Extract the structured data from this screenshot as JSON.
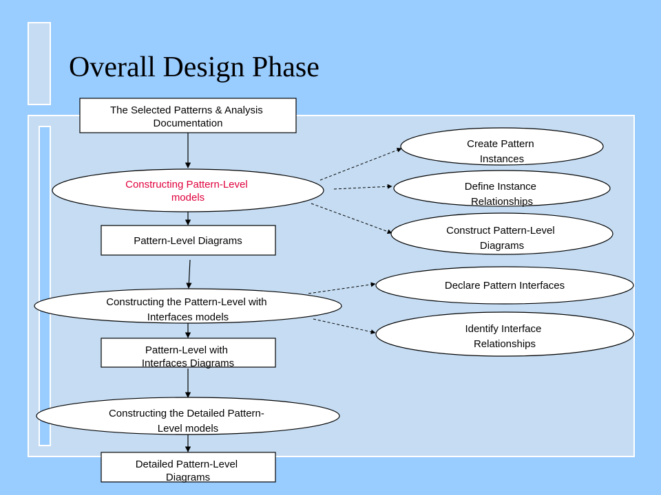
{
  "slide": {
    "title": "Overall Design Phase"
  },
  "flow": {
    "selected_patterns": {
      "lines": [
        "The Selected Patterns & Analysis",
        "Documentation"
      ]
    },
    "constructing_pattern_level_models": {
      "lines": [
        "Constructing Pattern-Level",
        "models"
      ]
    },
    "pattern_level_diagrams": {
      "lines": [
        "Pattern-Level Diagrams"
      ]
    },
    "constructing_interfaces_models": {
      "lines": [
        "Constructing the Pattern-Level with",
        "Interfaces models"
      ]
    },
    "interfaces_diagrams": {
      "lines": [
        "Pattern-Level with",
        "Interfaces Diagrams"
      ]
    },
    "constructing_detailed_models": {
      "lines": [
        "Constructing the Detailed Pattern-",
        "Level models"
      ]
    },
    "detailed_diagrams": {
      "lines": [
        "Detailed Pattern-Level",
        "Diagrams"
      ]
    }
  },
  "steps": {
    "create_pattern_instances": {
      "lines": [
        "Create Pattern",
        "Instances"
      ]
    },
    "define_instance_relationships": {
      "lines": [
        "Define Instance",
        "Relationships"
      ]
    },
    "construct_pattern_level_diagrams": {
      "lines": [
        "Construct Pattern-Level",
        "Diagrams"
      ]
    },
    "declare_pattern_interfaces": {
      "lines": [
        "Declare Pattern Interfaces"
      ]
    },
    "identify_interface_relationships": {
      "lines": [
        "Identify Interface",
        "Relationships"
      ]
    }
  },
  "colors": {
    "background": "#99ccff",
    "panel": "#c5dcf2",
    "accent_text": "#e0003c"
  }
}
